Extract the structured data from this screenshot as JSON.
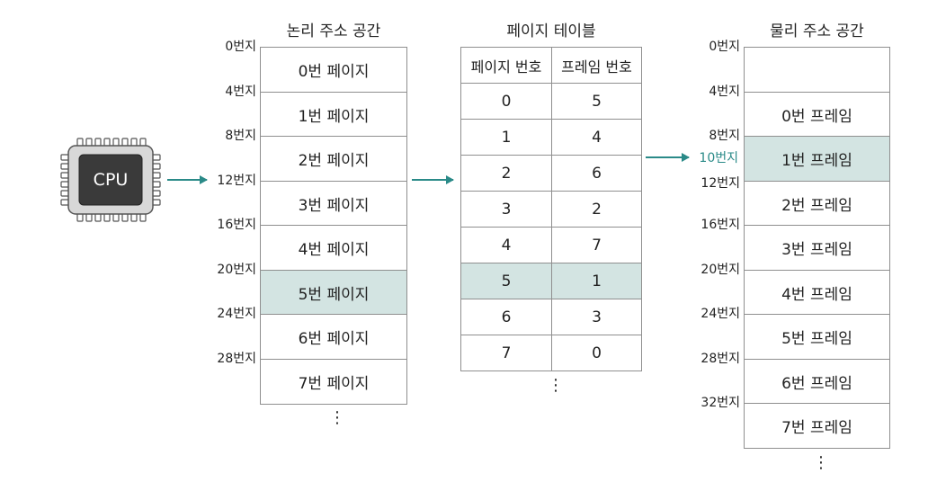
{
  "cpu": {
    "label": "CPU"
  },
  "logical": {
    "title": "논리 주소 공간",
    "addresses": [
      "0번지",
      "4번지",
      "8번지",
      "12번지",
      "16번지",
      "20번지",
      "24번지",
      "28번지"
    ],
    "pages": [
      "0번 페이지",
      "1번 페이지",
      "2번 페이지",
      "3번 페이지",
      "4번 페이지",
      "5번 페이지",
      "6번 페이지",
      "7번 페이지"
    ],
    "highlight_index": 5,
    "more": "⋮"
  },
  "page_table": {
    "title": "페이지 테이블",
    "headers": [
      "페이지 번호",
      "프레임 번호"
    ],
    "rows": [
      [
        "0",
        "5"
      ],
      [
        "1",
        "4"
      ],
      [
        "2",
        "6"
      ],
      [
        "3",
        "2"
      ],
      [
        "4",
        "7"
      ],
      [
        "5",
        "1"
      ],
      [
        "6",
        "3"
      ],
      [
        "7",
        "0"
      ]
    ],
    "highlight_index": 5,
    "more": "⋮"
  },
  "physical": {
    "title": "물리 주소 공간",
    "addresses": [
      "0번지",
      "4번지",
      "8번지",
      "12번지",
      "16번지",
      "20번지",
      "24번지",
      "28번지",
      "32번지"
    ],
    "accessed_address": "10번지",
    "frames": [
      "",
      "0번 프레임",
      "1번 프레임",
      "2번 프레임",
      "3번 프레임",
      "4번 프레임",
      "5번 프레임",
      "6번 프레임",
      "7번 프레임"
    ],
    "highlight_index": 2,
    "more": "⋮"
  },
  "colors": {
    "accent": "#2a8a88",
    "highlight": "#d3e4e2",
    "border": "#8f8f8f"
  }
}
